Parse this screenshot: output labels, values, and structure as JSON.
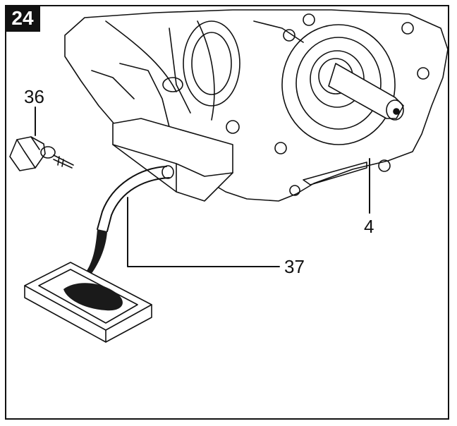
{
  "figure": {
    "number": "24"
  },
  "callouts": {
    "dipstick": "36",
    "engine": "4",
    "drain": "37"
  },
  "icons": [
    "oil-cap-icon",
    "engine-icon",
    "drain-pan-icon"
  ],
  "colors": {
    "ink": "#111111",
    "paper": "#ffffff",
    "oil": "#1a1a1a"
  }
}
